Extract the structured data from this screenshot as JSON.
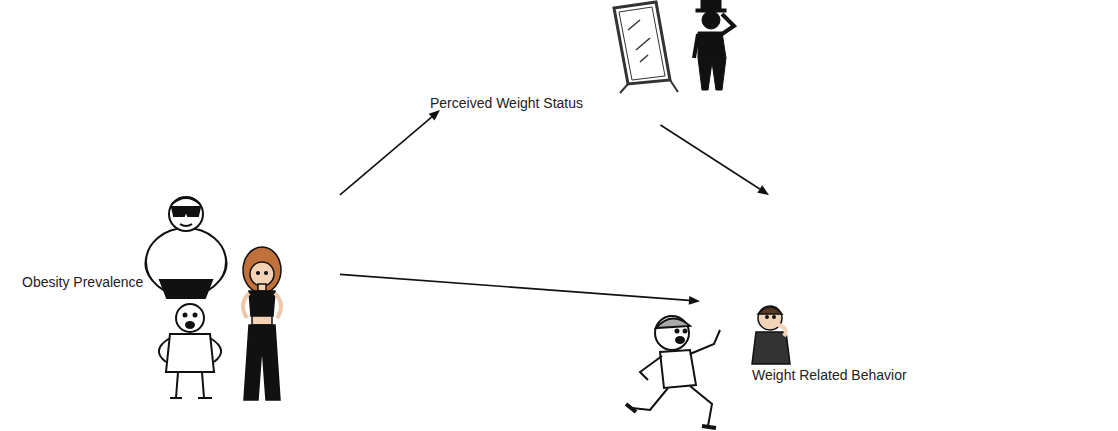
{
  "diagram": {
    "nodes": [
      {
        "text": [
          "Obesity Prevalence"
        ]
      },
      {
        "text": [
          "Perceived Weight Status"
        ]
      },
      {
        "text": [
          "Weight Related Behavior"
        ]
      }
    ],
    "edges": [
      {
        "from": 0,
        "to": 1,
        "arrow": "to"
      },
      {
        "from": 1,
        "to": 2,
        "arrow": "to"
      },
      {
        "from": 0,
        "to": 2,
        "arrow": "to"
      }
    ]
  }
}
